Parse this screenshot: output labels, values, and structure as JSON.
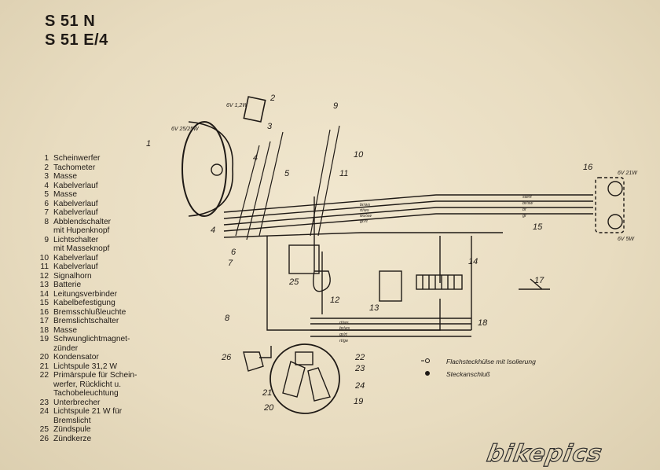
{
  "title": {
    "model_1": "S 51 N",
    "model_2": "S 51 E/4"
  },
  "legend": [
    {
      "num": "1",
      "text": "Scheinwerfer"
    },
    {
      "num": "2",
      "text": "Tachometer"
    },
    {
      "num": "3",
      "text": "Masse"
    },
    {
      "num": "4",
      "text": "Kabelverlauf"
    },
    {
      "num": "5",
      "text": "Masse"
    },
    {
      "num": "6",
      "text": "Kabelverlauf"
    },
    {
      "num": "7",
      "text": "Kabelverlauf"
    },
    {
      "num": "8",
      "text": "Abblendschalter"
    },
    {
      "num": "",
      "text": "mit Hupenknopf"
    },
    {
      "num": "9",
      "text": "Lichtschalter"
    },
    {
      "num": "",
      "text": "mit Masseknopf"
    },
    {
      "num": "10",
      "text": "Kabelverlauf"
    },
    {
      "num": "11",
      "text": "Kabelverlauf"
    },
    {
      "num": "12",
      "text": "Signalhorn"
    },
    {
      "num": "13",
      "text": "Batterie"
    },
    {
      "num": "14",
      "text": "Leitungsverbinder"
    },
    {
      "num": "15",
      "text": "Kabelbefestigung"
    },
    {
      "num": "16",
      "text": "Bremsschlußleuchte"
    },
    {
      "num": "17",
      "text": "Bremslichtschalter"
    },
    {
      "num": "18",
      "text": "Masse"
    },
    {
      "num": "19",
      "text": "Schwunglichtmagnet-"
    },
    {
      "num": "",
      "text": "zünder"
    },
    {
      "num": "20",
      "text": "Kondensator"
    },
    {
      "num": "21",
      "text": "Lichtspule 31,2 W"
    },
    {
      "num": "22",
      "text": "Primärspule für Schein-"
    },
    {
      "num": "",
      "text": "werfer, Rücklicht u."
    },
    {
      "num": "",
      "text": "Tachobeleuchtung"
    },
    {
      "num": "23",
      "text": "Unterbrecher"
    },
    {
      "num": "24",
      "text": "Lichtspule 21 W für"
    },
    {
      "num": "",
      "text": "Bremslicht"
    },
    {
      "num": "25",
      "text": "Zündspule"
    },
    {
      "num": "26",
      "text": "Zündkerze"
    }
  ],
  "diagram": {
    "callouts": [
      "1",
      "2",
      "3",
      "4",
      "4",
      "5",
      "6",
      "7",
      "8",
      "9",
      "10",
      "11",
      "12",
      "13",
      "14",
      "15",
      "16",
      "17",
      "18",
      "19",
      "20",
      "21",
      "22",
      "23",
      "24",
      "25",
      "26"
    ],
    "component_ratings": {
      "headlamp": "6V 25/25W",
      "speedo_lamp": "6V 1,2W",
      "tail_top": "6V 21W",
      "tail_bottom": "6V 5W"
    },
    "wire_labels": [
      "br/ws",
      "rt/ws",
      "ws/sw",
      "gr/rt",
      "sw/rt",
      "br/sw",
      "br",
      "gr",
      "rt/ws",
      "br/ws",
      "gr/rt",
      "rt/ge"
    ]
  },
  "key": {
    "plug_insulated": "Flachsteckhülse mit Isolierung",
    "plug_connection": "Steckanschluß"
  },
  "watermark": "bikepics",
  "colors": {
    "paper": "#ece1c8",
    "ink": "#1f1a16"
  }
}
